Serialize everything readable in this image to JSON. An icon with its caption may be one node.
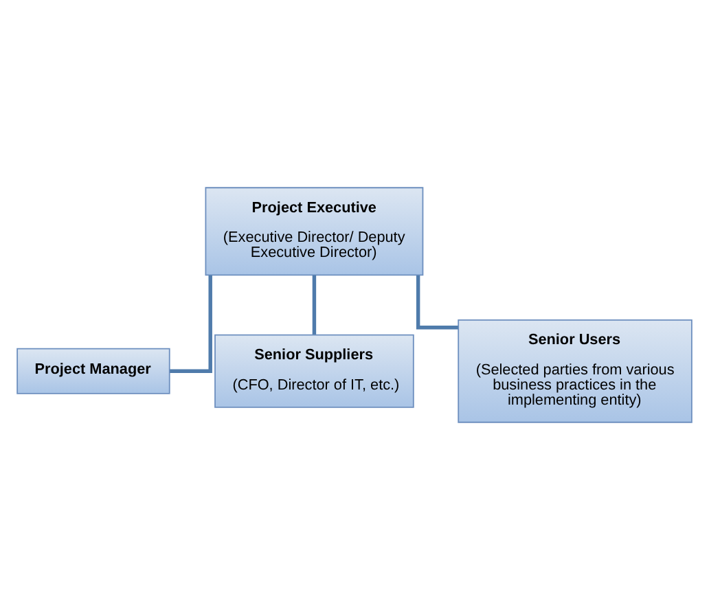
{
  "diagram": {
    "nodes": [
      {
        "text": [
          "Project Executive",
          "(Executive Director/ Deputy Executive Director)"
        ]
      },
      {
        "text": [
          "Project Manager"
        ]
      },
      {
        "text": [
          "Senior Suppliers",
          "(CFO, Director of IT, etc.)"
        ]
      },
      {
        "text": [
          "Senior Users",
          "(Selected parties from various business practices in the implementing entity)"
        ]
      }
    ],
    "edges": [
      {
        "from": 0,
        "to": 1,
        "arrow": "none"
      },
      {
        "from": 0,
        "to": 2,
        "arrow": "none"
      },
      {
        "from": 0,
        "to": 3,
        "arrow": "none"
      }
    ]
  }
}
